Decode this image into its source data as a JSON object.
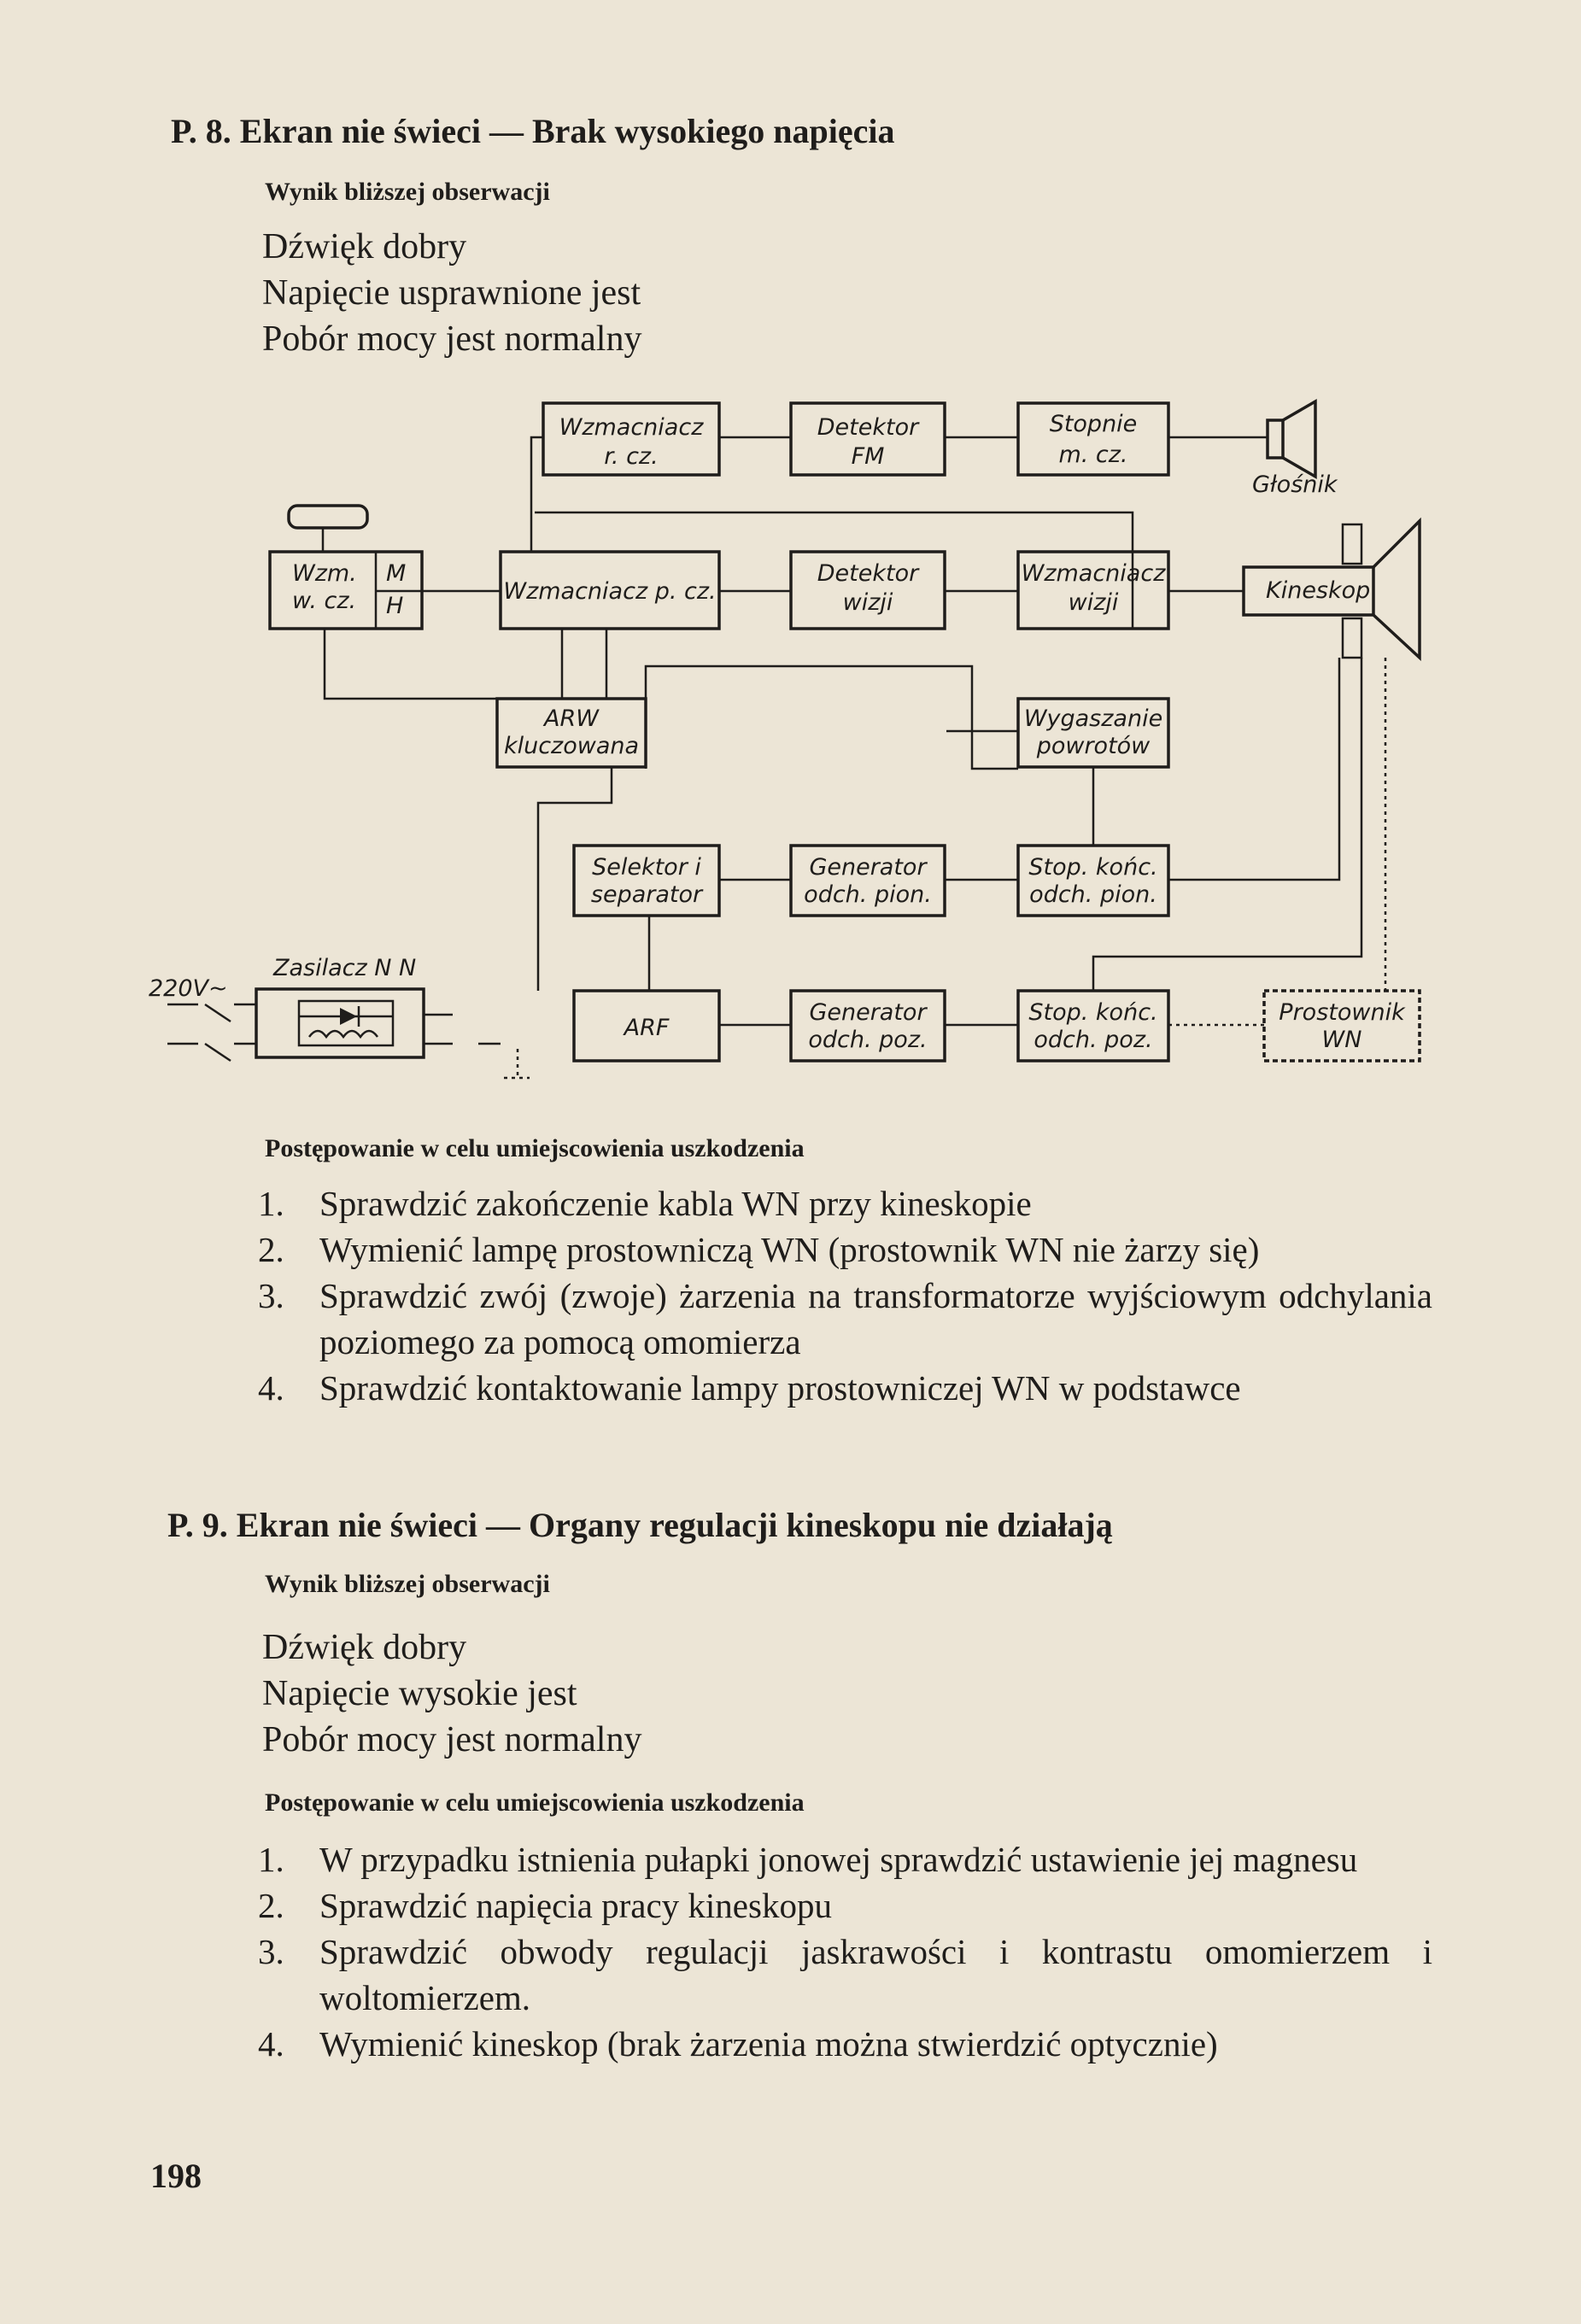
{
  "section_p8": {
    "heading": "P. 8. Ekran nie świeci — Brak wysokiego napięcia",
    "observation_title": "Wynik bliższej obserwacji",
    "observations": [
      "Dźwięk dobry",
      "Napięcie usprawnione jest",
      "Pobór mocy jest normalny"
    ],
    "procedure_title": "Postępowanie w celu umiejscowienia uszkodzenia",
    "steps": [
      {
        "num": "1.",
        "text": "Sprawdzić zakończenie kabla WN przy kineskopie"
      },
      {
        "num": "2.",
        "text": "Wymienić lampę prostowniczą WN (prostownik WN nie żarzy się)"
      },
      {
        "num": "3.",
        "text": "Sprawdzić zwój (zwoje) żarzenia na transformatorze wyjściowym odchylania poziomego za pomocą omomierza"
      },
      {
        "num": "4.",
        "text": "Sprawdzić kontaktowanie lampy prostowniczej WN w podstawce"
      }
    ]
  },
  "diagram": {
    "blocks": {
      "wzm_rcz_1": "Wzmacniacz",
      "wzm_rcz_2": "r. cz.",
      "det_fm_1": "Detektor",
      "det_fm_2": "FM",
      "stop_mcz_1": "Stopnie",
      "stop_mcz_2": "m. cz.",
      "glosnik": "Głośnik",
      "wzm_wcz_1": "Wzm.",
      "wzm_wcz_2": "w. cz.",
      "m": "M",
      "h": "H",
      "wzm_pcz": "Wzmacniacz p. cz.",
      "det_wizji_1": "Detektor",
      "det_wizji_2": "wizji",
      "wzm_wizji_1": "Wzmacniacz",
      "wzm_wizji_2": "wizji",
      "kineskop": "Kineskop",
      "arw_1": "ARW",
      "arw_2": "kluczowana",
      "wygaszanie_1": "Wygaszanie",
      "wygaszanie_2": "powrotów",
      "selektor_1": "Selektor i",
      "selektor_2": "separator",
      "gen_pion_1": "Generator",
      "gen_pion_2": "odch. pion.",
      "stop_pion_1": "Stop. końc.",
      "stop_pion_2": "odch. pion.",
      "zasilacz": "Zasilacz N N",
      "v220": "220V~",
      "arf": "ARF",
      "gen_poz_1": "Generator",
      "gen_poz_2": "odch. poz.",
      "stop_poz_1": "Stop. końc.",
      "stop_poz_2": "odch. poz.",
      "prost_1": "Prostownik",
      "prost_2": "WN"
    }
  },
  "section_p9": {
    "heading": "P. 9. Ekran nie świeci — Organy regulacji kineskopu nie działają",
    "observation_title": "Wynik bliższej obserwacji",
    "observations": [
      "Dźwięk dobry",
      "Napięcie wysokie jest",
      "Pobór mocy jest normalny"
    ],
    "procedure_title": "Postępowanie w celu umiejscowienia uszkodzenia",
    "steps": [
      {
        "num": "1.",
        "text": "W przypadku istnienia pułapki jonowej sprawdzić ustawienie jej magnesu"
      },
      {
        "num": "2.",
        "text": "Sprawdzić napięcia pracy kineskopu"
      },
      {
        "num": "3.",
        "text": "Sprawdzić obwody regulacji jaskrawości i kontrastu omomierzem i woltomierzem."
      },
      {
        "num": "4.",
        "text": "Wymienić kineskop (brak żarzenia można stwierdzić optycznie)"
      }
    ]
  },
  "page_number": "198"
}
